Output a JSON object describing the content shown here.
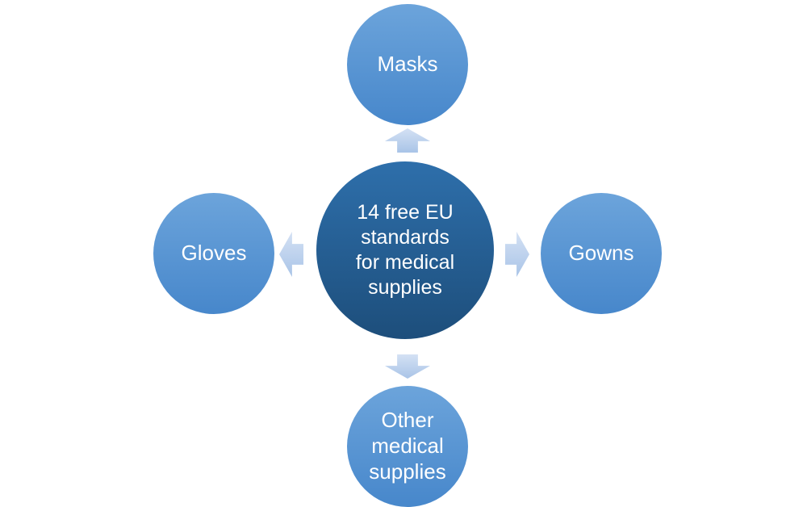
{
  "colors": {
    "center-top": "#2e6fab",
    "center-bottom": "#1d4e7b",
    "satellite-top": "#6ca4db",
    "satellite-bottom": "#4787cb",
    "arrow-top": "#d4e1f4",
    "arrow-bottom": "#a9c4e7",
    "text": "#ffffff",
    "background": "#ffffff"
  },
  "diagram": {
    "type": "radial-hub-and-spoke",
    "center": {
      "label": "14 free EU standards for medical supplies",
      "label_lines": [
        "14 free EU",
        "standards",
        "for medical",
        "supplies"
      ]
    },
    "satellites": [
      {
        "id": "masks",
        "position": "top",
        "label": "Masks"
      },
      {
        "id": "gowns",
        "position": "right",
        "label": "Gowns"
      },
      {
        "id": "other",
        "position": "bottom",
        "label": "Other medical supplies",
        "label_lines": [
          "Other",
          "medical",
          "supplies"
        ]
      },
      {
        "id": "gloves",
        "position": "left",
        "label": "Gloves"
      }
    ],
    "connectors": [
      {
        "direction": "up",
        "from": "center",
        "to": "masks"
      },
      {
        "direction": "right",
        "from": "center",
        "to": "gowns"
      },
      {
        "direction": "down",
        "from": "center",
        "to": "other"
      },
      {
        "direction": "left",
        "from": "center",
        "to": "gloves"
      }
    ]
  }
}
